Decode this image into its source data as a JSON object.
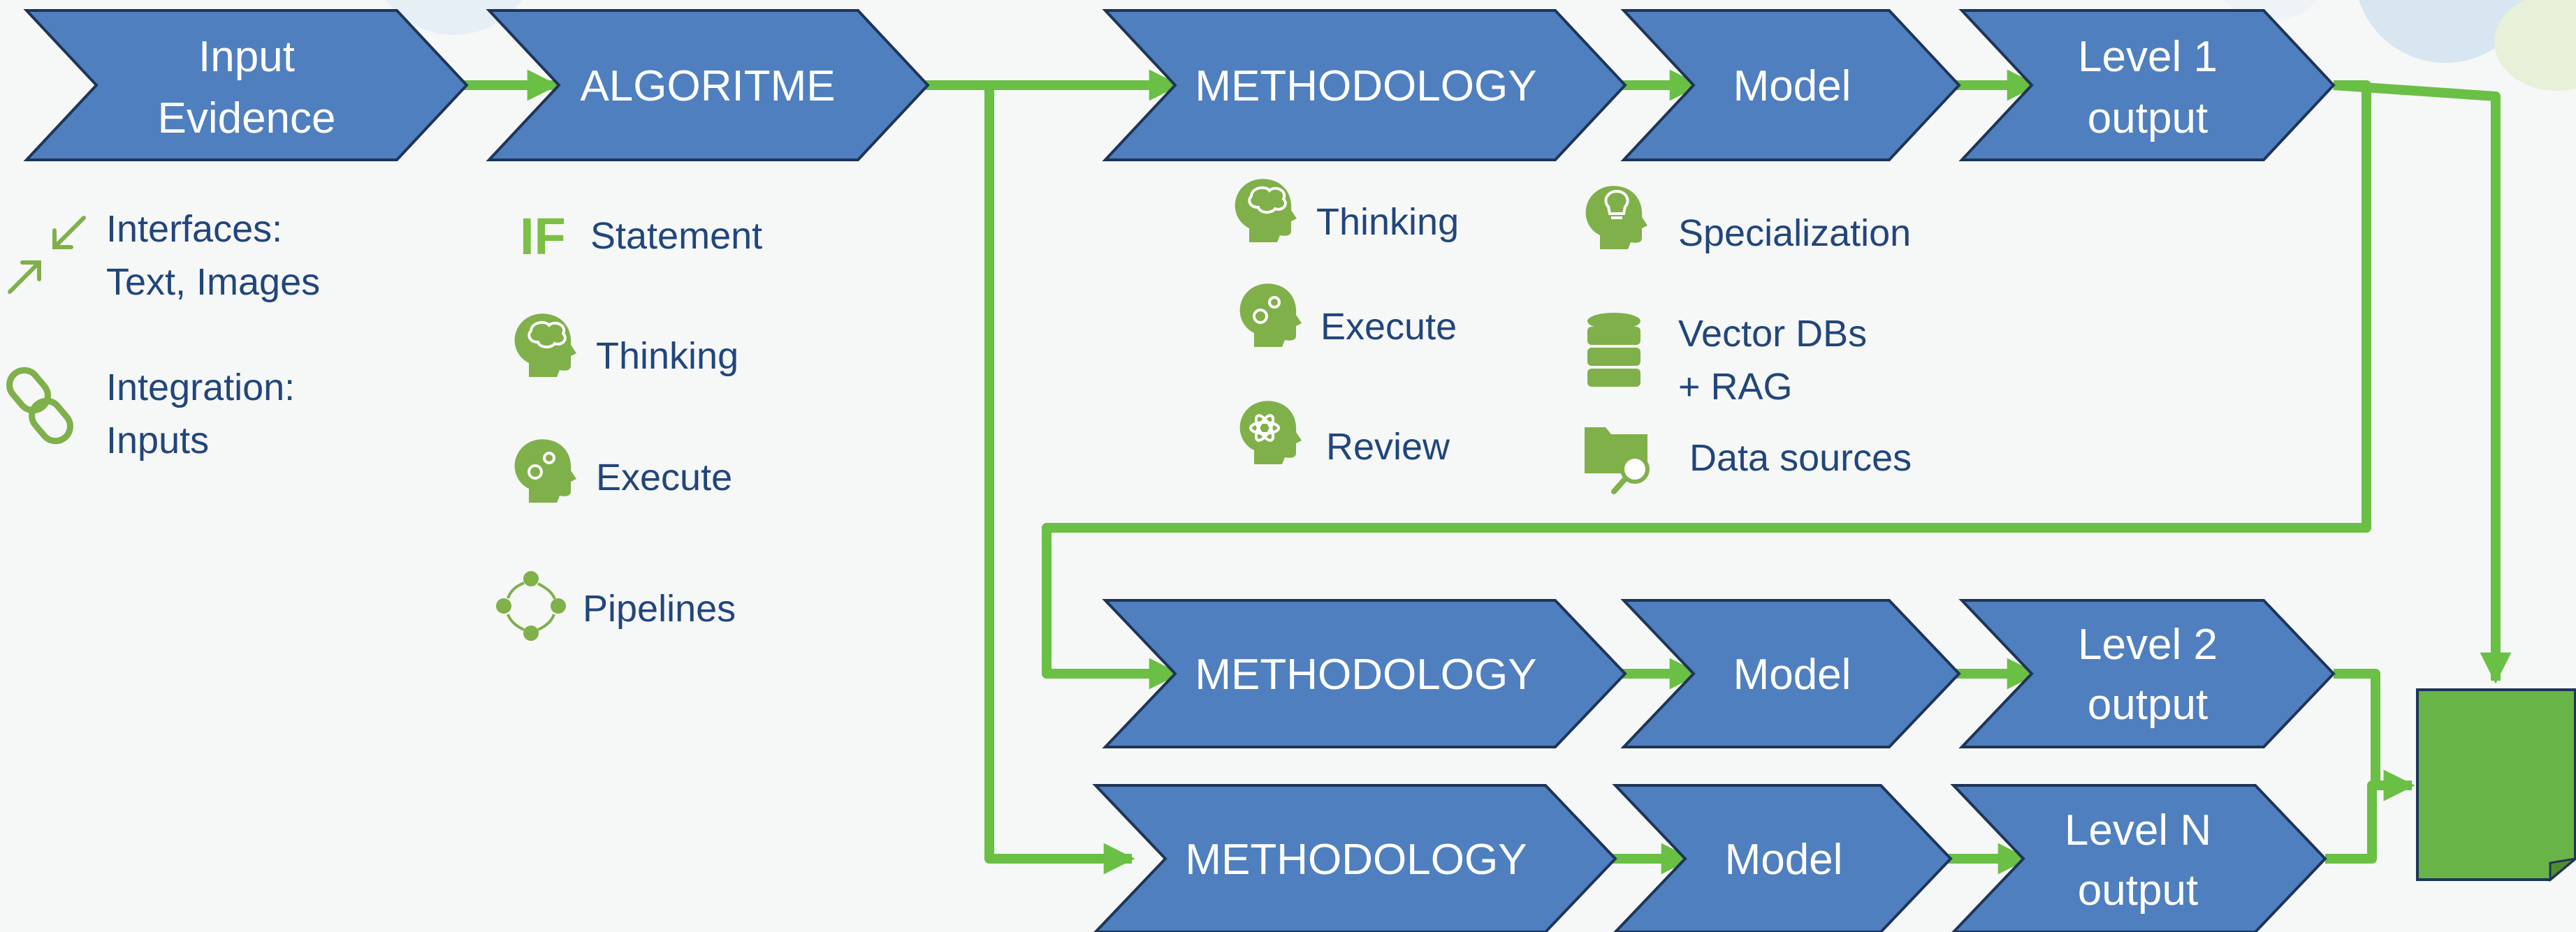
{
  "flow": {
    "input": [
      "Input",
      "Evidence"
    ],
    "algoritme": "ALGORITME",
    "methodology": "METHODOLOGY",
    "model": "Model",
    "level1": [
      "Level 1",
      "output"
    ],
    "level2": [
      "Level 2",
      "output"
    ],
    "levelN": [
      "Level N",
      "output"
    ]
  },
  "left_features": [
    {
      "icon": "inward-arrows-icon",
      "lines": [
        "Interfaces:",
        "Text, Images"
      ]
    },
    {
      "icon": "chain-link-icon",
      "lines": [
        "Integration:",
        "Inputs"
      ]
    }
  ],
  "algo_features": {
    "if_glyph": "IF",
    "statement": "Statement",
    "thinking": "Thinking",
    "execute": "Execute",
    "pipelines": "Pipelines"
  },
  "method_features": {
    "thinking": "Thinking",
    "execute": "Execute",
    "review": "Review",
    "specialization": "Specialization",
    "vector": [
      "Vector DBs",
      "+ RAG"
    ],
    "data_sources": "Data sources"
  },
  "colors": {
    "box_fill": "#4f7fbf",
    "box_stroke": "#1e3558",
    "connector": "#6abf45",
    "icon": "#7fb04a",
    "text": "#21467b",
    "output_doc": "#68b446"
  }
}
